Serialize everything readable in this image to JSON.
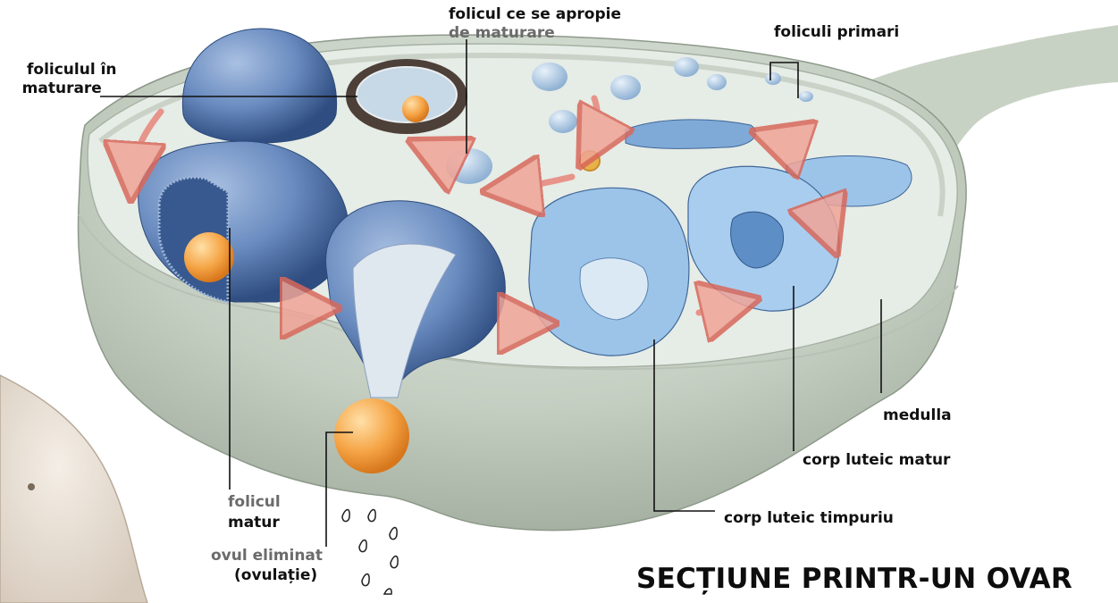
{
  "diagram": {
    "title": "SECȚIUNE PRINTR-UN OVAR",
    "labels": {
      "follicle_maturing_l1": "foliculul în",
      "follicle_maturing_l2": "maturare",
      "follicle_approaching_l1": "folicul ce se apropie",
      "follicle_approaching_l2": "de maturare",
      "primary_follicles": "foliculi primari",
      "medulla": "medulla",
      "mature_corpus_luteum": "corp luteic matur",
      "early_corpus_luteum": "corp luteic timpuriu",
      "mature_follicle_l1": "folicul",
      "mature_follicle_l2": "matur",
      "ovum_released_l1": "ovul eliminat",
      "ovum_released_l2": "(ovulație)"
    },
    "colors": {
      "ovary_tissue": "#c9d3c6",
      "cut_surface": "#e4ebe6",
      "follicle_blue": "#5d7fb3",
      "corpus_luteum_blue": "#9cc4e8",
      "ovum_orange": "#f2a24a",
      "arrow_pink": "#e8857a"
    }
  }
}
